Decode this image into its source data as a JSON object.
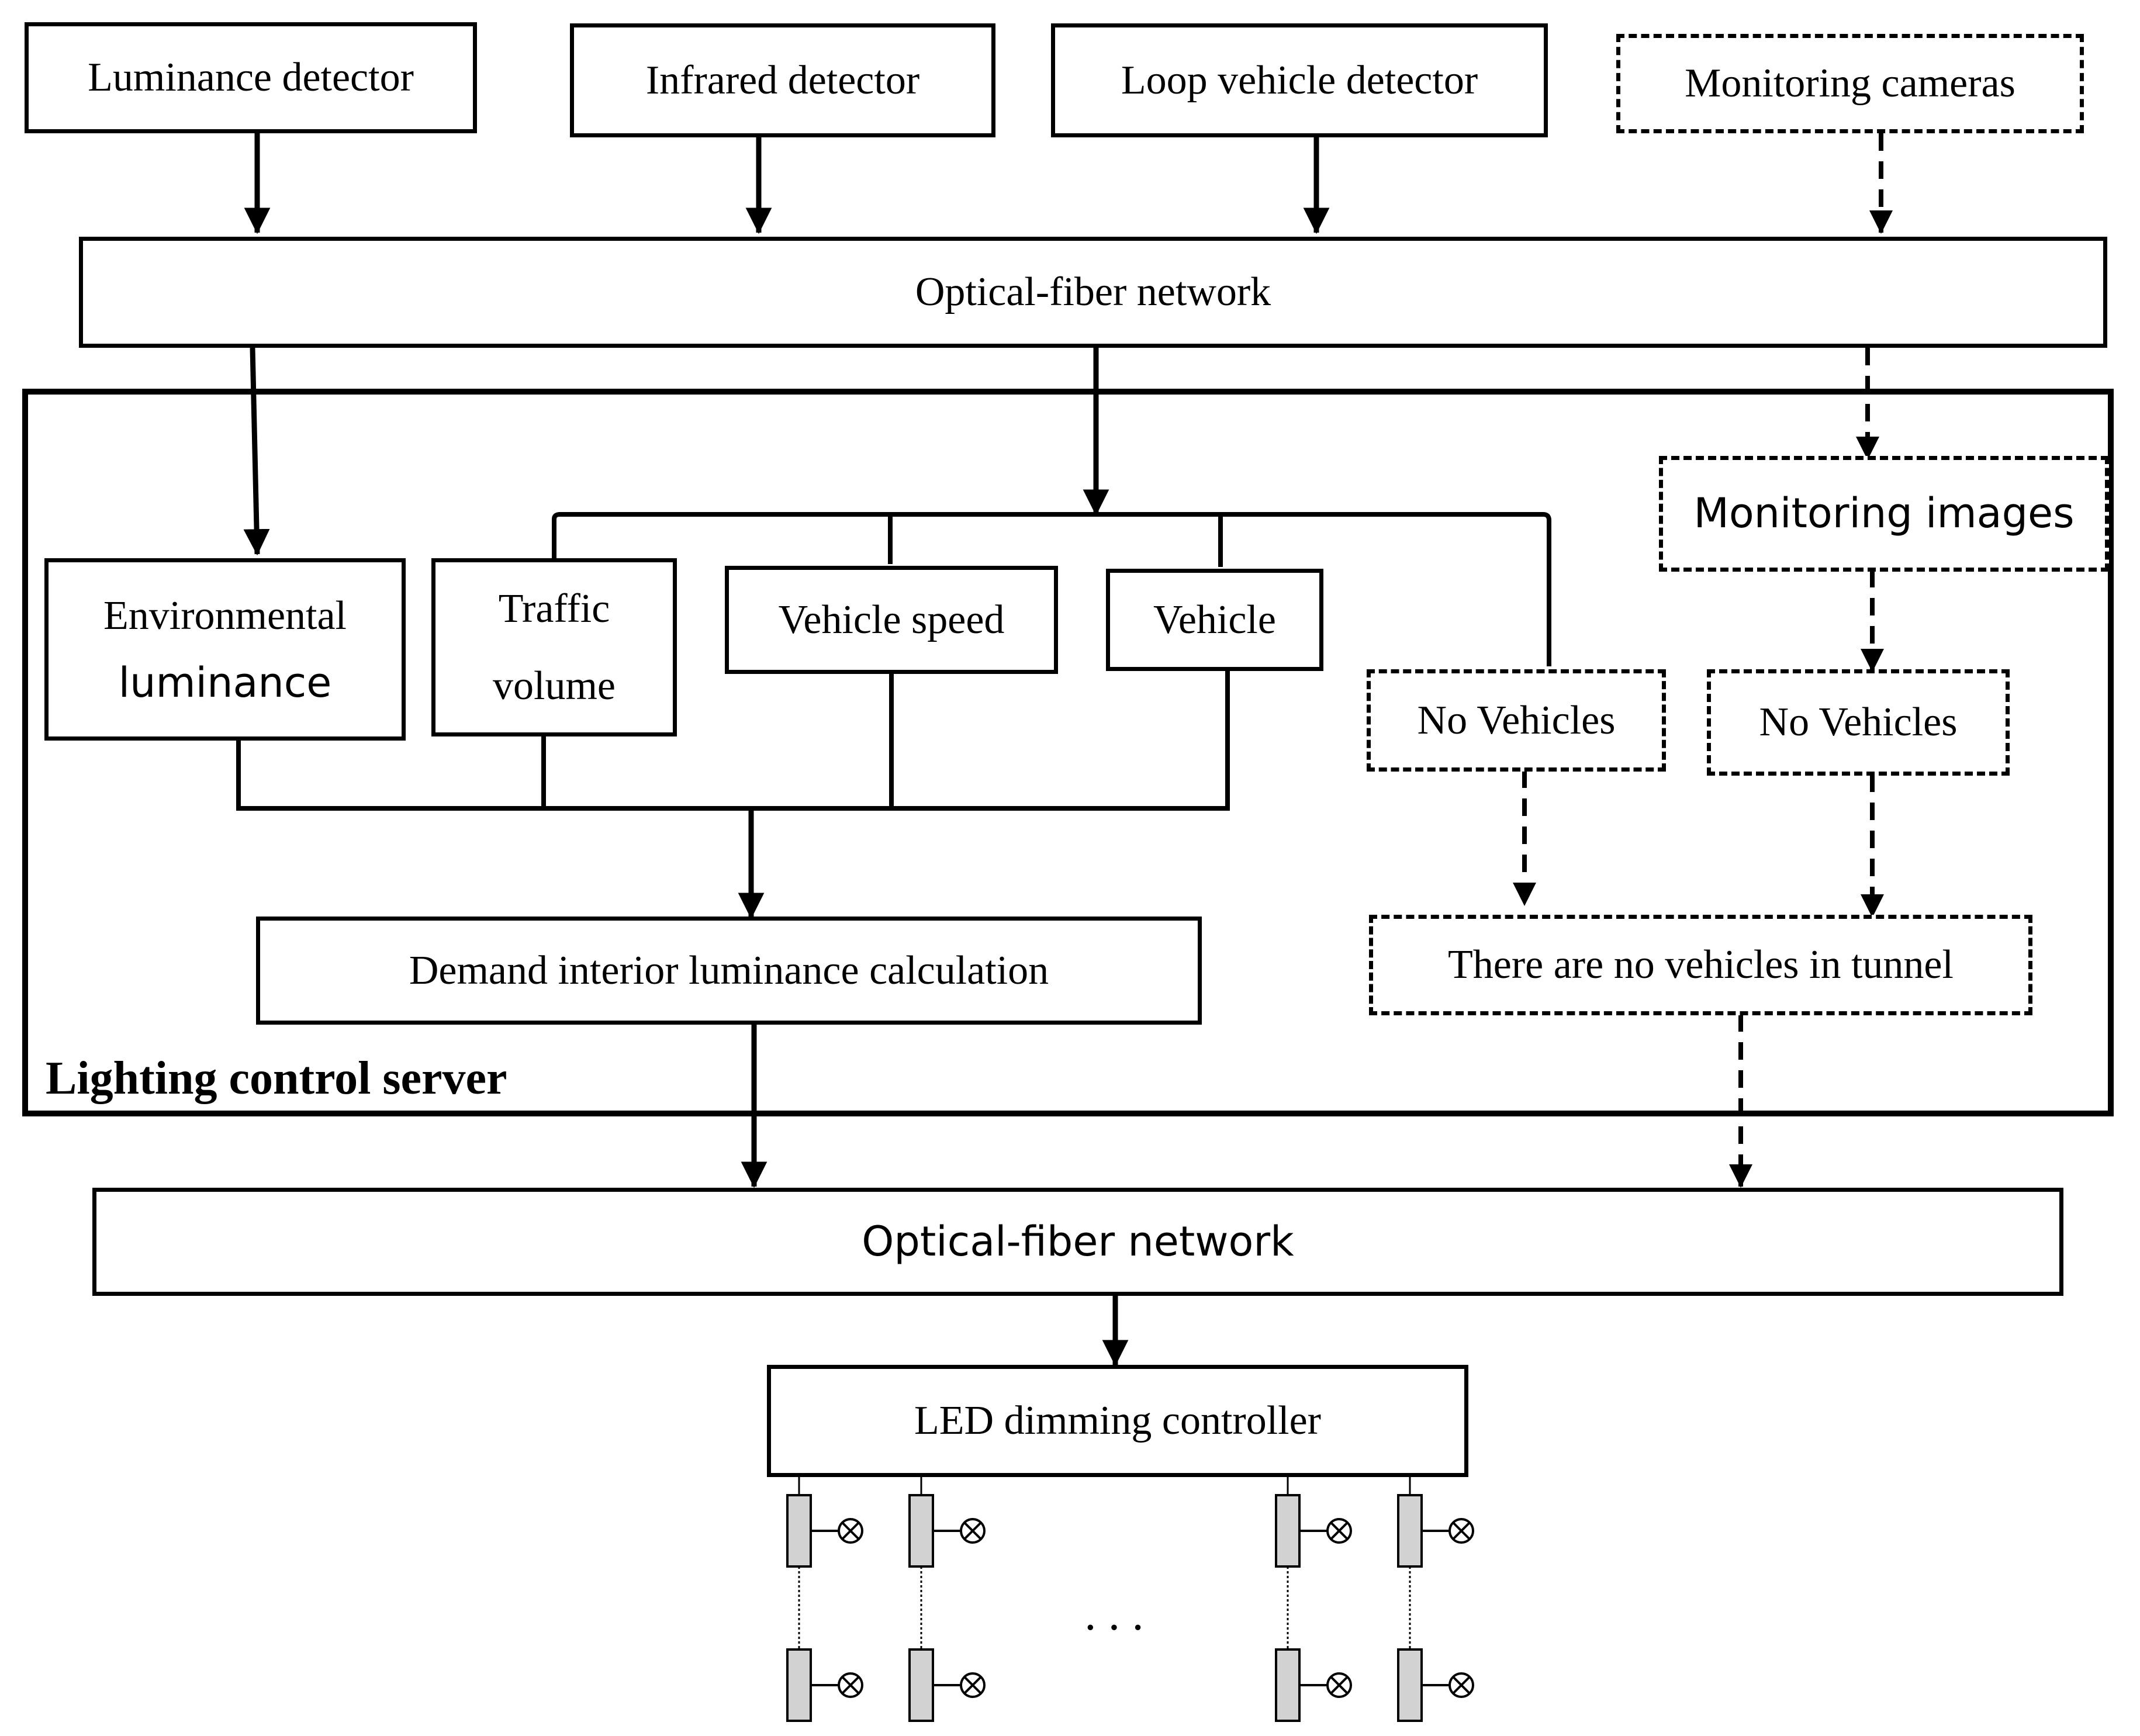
{
  "detectors": {
    "luminance": "Luminance detector",
    "infrared": "Infrared detector",
    "loop": "Loop vehicle detector",
    "cameras": "Monitoring cameras"
  },
  "network_top": "Optical-fiber network",
  "server": {
    "label": "Lighting control server",
    "env_luminance": [
      "Environmental",
      "luminance"
    ],
    "traffic_volume": [
      "Traffic",
      "volume"
    ],
    "vehicle_speed": "Vehicle speed",
    "vehicle": "Vehicle",
    "no_vehicles_left": "No Vehicles",
    "monitoring_images": "Monitoring images",
    "no_vehicles_right": "No Vehicles",
    "demand_calc": "Demand interior luminance calculation",
    "no_vehicles_tunnel": "There are no vehicles in tunnel"
  },
  "network_bottom": "Optical-fiber network",
  "led_controller": "LED dimming controller",
  "ellipsis": "···"
}
